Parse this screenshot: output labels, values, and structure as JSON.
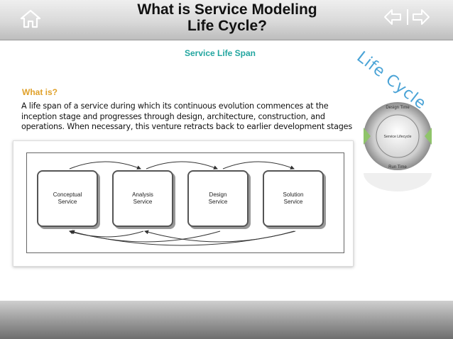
{
  "header": {
    "title_line1": "What is Service Modeling",
    "title_line2": "Life Cycle?",
    "corner_label": "Life Cycle",
    "home_icon": "home-icon",
    "prev_icon": "arrow-left-icon",
    "next_icon": "arrow-right-icon"
  },
  "content": {
    "subtitle": "Service Life Span",
    "question": "What is?",
    "paragraph": "A life span of a service during which its continuous evolution commences at the inception stage and progresses through design, architecture, construction, and operations. When necessary, this venture retracts back to earlier development stages"
  },
  "diagram": {
    "boxes": [
      {
        "line1": "Conceptual",
        "line2": "Service"
      },
      {
        "line1": "Analysis",
        "line2": "Service"
      },
      {
        "line1": "Design",
        "line2": "Service"
      },
      {
        "line1": "Solution",
        "line2": "Service"
      }
    ]
  },
  "cycle_graphic": {
    "top_label": "Design Time",
    "center_label": "Service Lifecycle",
    "bottom_label": "Run Time"
  },
  "colors": {
    "subtitle": "#23a6a0",
    "question": "#e0a12a",
    "corner_label": "#4aa3d6"
  }
}
